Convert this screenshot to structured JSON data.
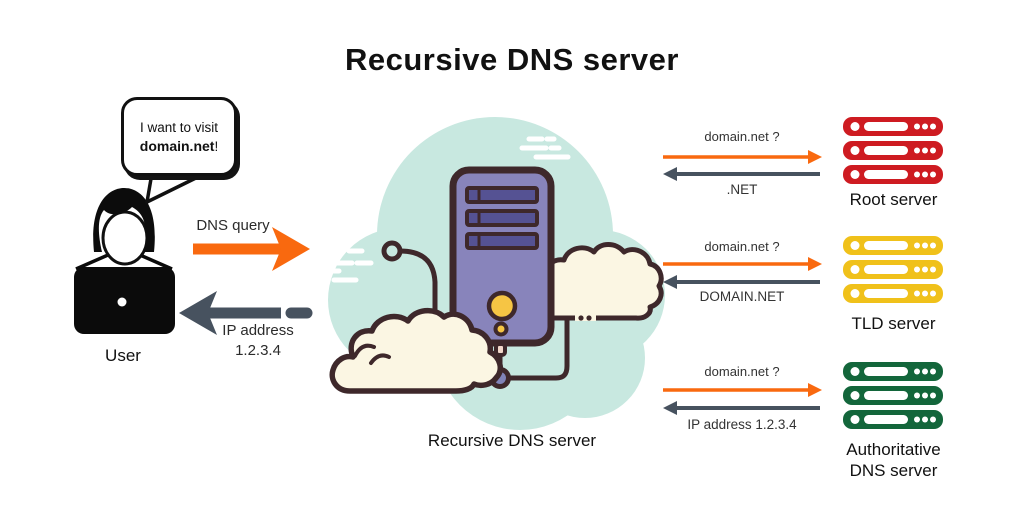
{
  "title": "Recursive DNS server",
  "user": {
    "speech_line1": "I want to visit",
    "speech_domain": "domain.net",
    "speech_suffix": "!",
    "label": "User"
  },
  "client_flow": {
    "query_label": "DNS query",
    "response_label_line1": "IP address",
    "response_label_line2": "1.2.3.4"
  },
  "resolver": {
    "label": "Recursive DNS server"
  },
  "upstream": [
    {
      "name": "Root server",
      "query": "domain.net ?",
      "response": ".NET",
      "color": "#CE1B21"
    },
    {
      "name": "TLD server",
      "query": "domain.net ?",
      "response": "DOMAIN.NET",
      "color": "#F0C11A"
    },
    {
      "name": "Authoritative",
      "name_line2": "DNS server",
      "query": "domain.net ?",
      "response": "IP address 1.2.3.4",
      "color": "#13663B"
    }
  ],
  "colors": {
    "query_arrow": "#F9690F",
    "response_arrow": "#47525F",
    "resolver_cloud": "#C8E8E0",
    "server_tower": "#8884BB",
    "tower_slot": "#555293",
    "outline": "#3E282B",
    "accent_yellow": "#F6C544",
    "cloud_cream": "#FBF6E3"
  }
}
